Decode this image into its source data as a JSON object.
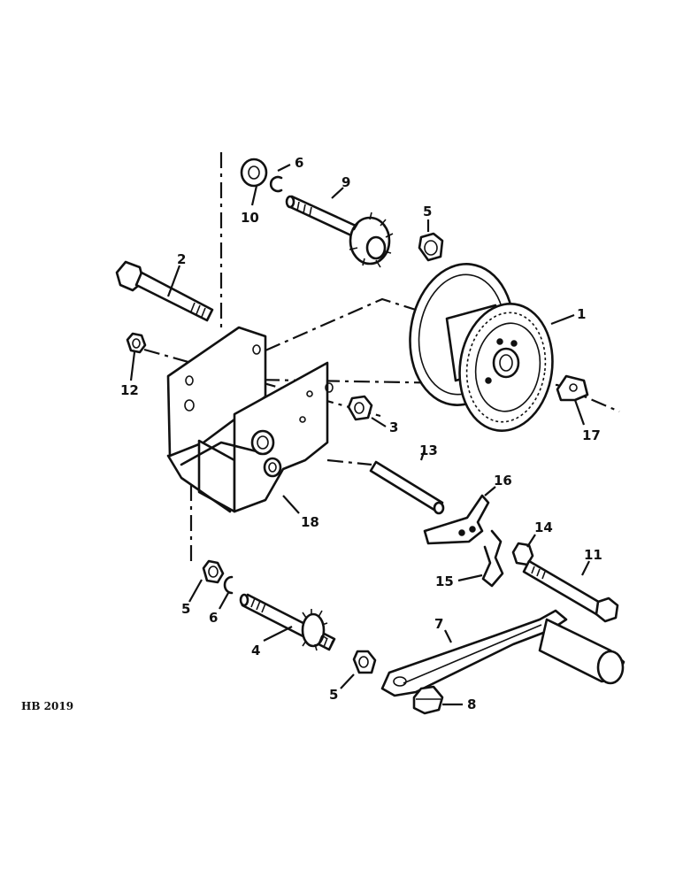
{
  "figure_code": "HB 2019",
  "callouts": {
    "c1": "1",
    "c2": "2",
    "c3": "3",
    "c4": "4",
    "c5a": "5",
    "c5b": "5",
    "c5c": "5",
    "c6a": "6",
    "c6b": "6",
    "c7": "7",
    "c8": "8",
    "c9": "9",
    "c10": "10",
    "c11": "11",
    "c12": "12",
    "c13": "13",
    "c14": "14",
    "c15": "15",
    "c16": "16",
    "c17": "17",
    "c18": "18"
  }
}
